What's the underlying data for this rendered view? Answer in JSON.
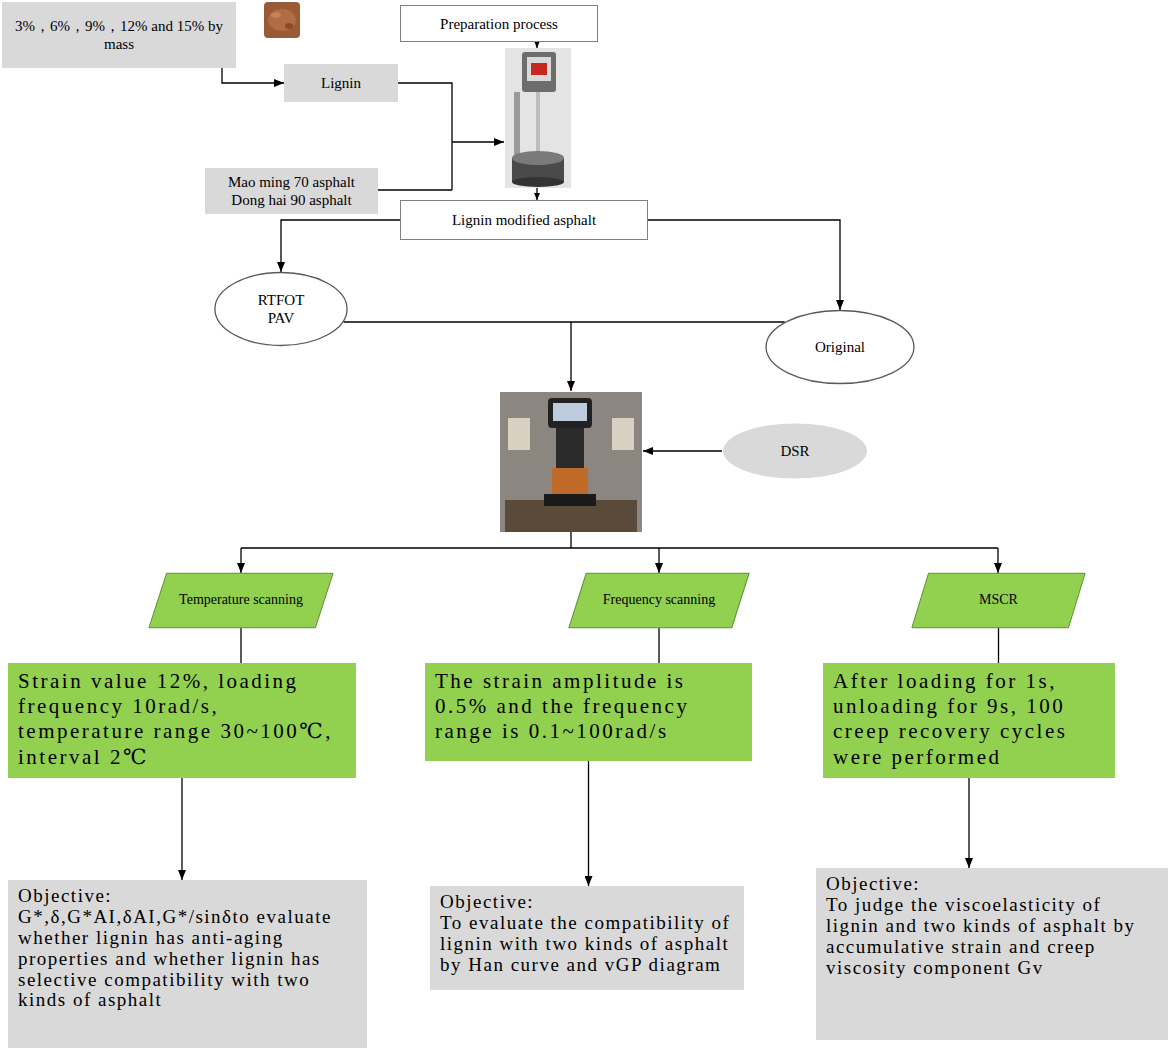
{
  "diagram": {
    "nodes": [
      {
        "text": [
          "3%，6%，9%，12% and 15% by mass"
        ]
      },
      {
        "text": [
          "Preparation process"
        ]
      },
      {
        "text": [
          "Lignin"
        ]
      },
      {
        "text": [
          "Mao ming 70 asphalt",
          "Dong hai 90 asphalt"
        ]
      },
      {
        "text": [
          "Lignin modified asphalt"
        ]
      },
      {
        "text": [
          "RTFOT",
          "PAV"
        ]
      },
      {
        "text": [
          "Original"
        ]
      },
      {
        "text": [
          "DSR"
        ]
      },
      {
        "text": [
          "Temperature scanning"
        ]
      },
      {
        "text": [
          "Frequency scanning"
        ]
      },
      {
        "text": [
          "MSCR"
        ]
      },
      {
        "text": [
          "Strain value 12%, loading frequency 10rad/s, temperature range 30~100℃, interval 2℃"
        ]
      },
      {
        "text": [
          "The strain amplitude is 0.5% and the frequency range is 0.1~100rad/s"
        ]
      },
      {
        "text": [
          "After loading for 1s, unloading for 9s, 100 creep recovery cycles were performed"
        ]
      },
      {
        "text": [
          "Objective:",
          "G*,δ,G*AI,δAI,G*/sinδto evaluate whether lignin has anti-aging properties and whether lignin has selective compatibility with two kinds of asphalt"
        ]
      },
      {
        "text": [
          "Objective:",
          "To evaluate the compatibility of lignin with two kinds of asphalt by Han curve and vGP diagram"
        ]
      },
      {
        "text": [
          "Objective:",
          "To judge the viscoelasticity of lignin and two kinds of asphalt by accumulative strain and creep viscosity component Gv"
        ]
      }
    ],
    "edges": [
      {
        "from": 0,
        "to": 2,
        "arrow": "to"
      },
      {
        "from": 4,
        "to": 5,
        "arrow": "to"
      },
      {
        "from": 4,
        "to": 6,
        "arrow": "to"
      },
      {
        "from": 5,
        "to": 6,
        "arrow": "none"
      },
      {
        "from": 8,
        "to": 11,
        "arrow": "none"
      },
      {
        "from": 9,
        "to": 12,
        "arrow": "none"
      },
      {
        "from": 10,
        "to": 13,
        "arrow": "none"
      },
      {
        "from": 11,
        "to": 14,
        "arrow": "to"
      },
      {
        "from": 12,
        "to": 15,
        "arrow": "to"
      },
      {
        "from": 13,
        "to": 16,
        "arrow": "to"
      }
    ]
  }
}
